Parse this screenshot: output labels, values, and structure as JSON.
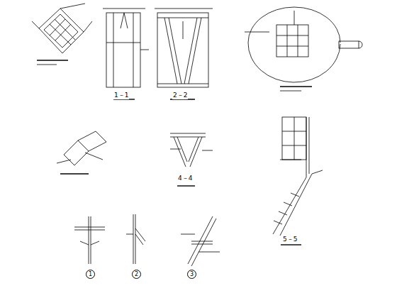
{
  "diagram": {
    "nodes": [
      {
        "text": [
          "1"
        ]
      },
      {
        "text": [
          "2"
        ]
      },
      {
        "text": [
          "3"
        ]
      }
    ],
    "labels": [
      "1－1",
      "2－2",
      "4－4",
      "5－5"
    ]
  }
}
